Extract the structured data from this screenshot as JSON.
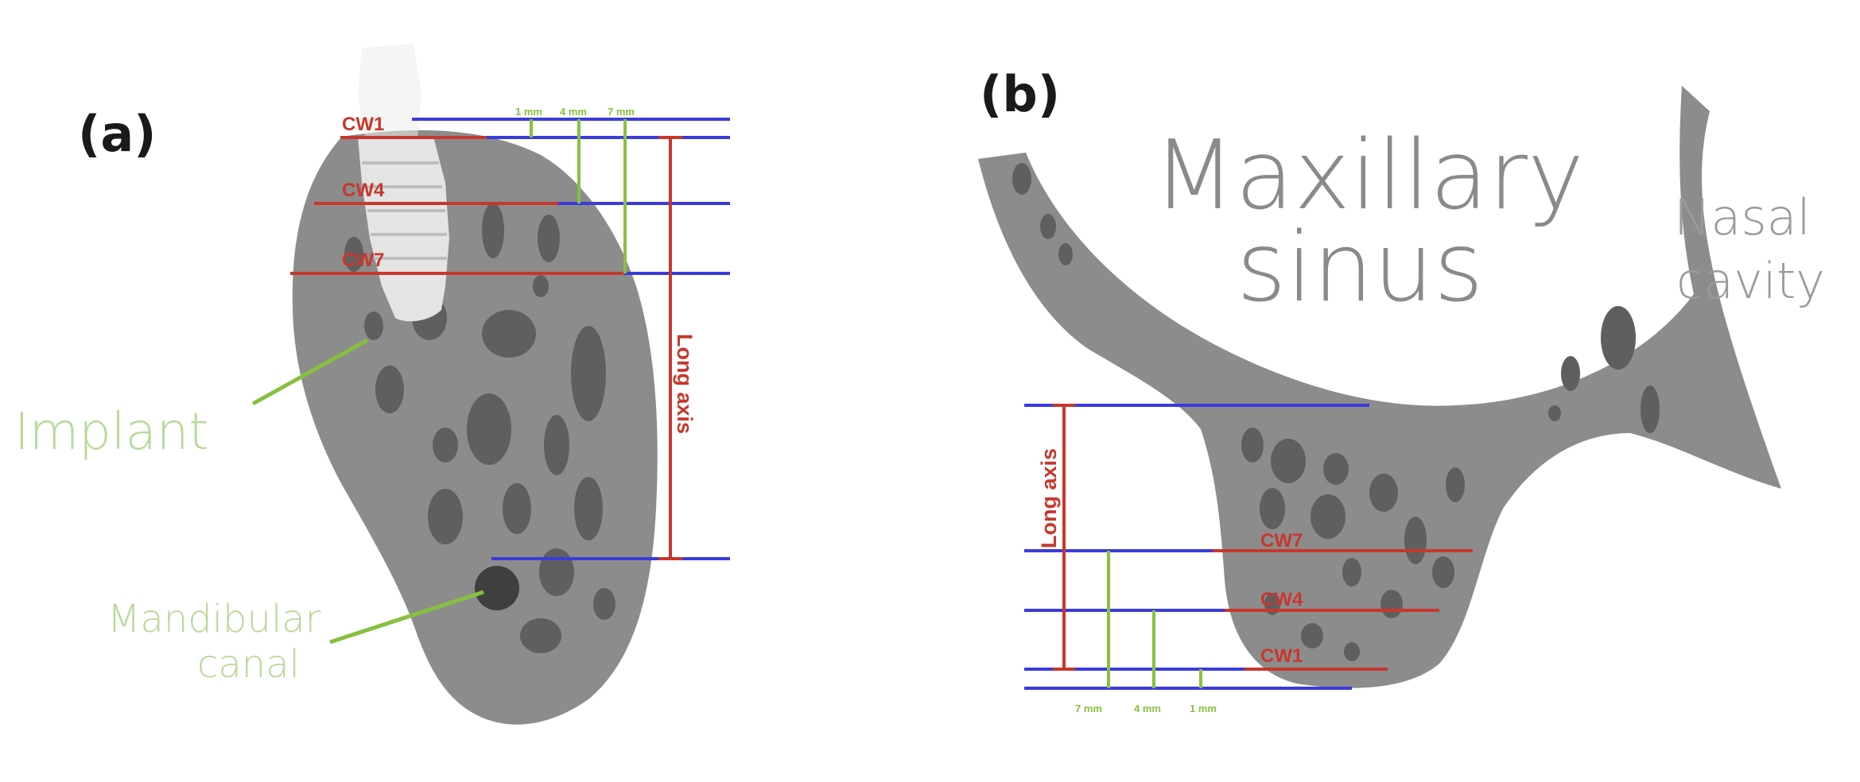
{
  "colors": {
    "bone": "#8c8c8c",
    "trabecula": "#5f5f5f",
    "implant": "#e4e4e4",
    "blue_line": "#3b3bdc",
    "red_line": "#c8372d",
    "green_line": "#86c13f",
    "green_text": "#b7d99a",
    "gray_text": "#8a8a8a"
  },
  "panel_a": {
    "label": "(a)",
    "implant_label": "Implant",
    "canal_label_line1": "Mandibular",
    "canal_label_line2": "canal",
    "cw1": "CW1",
    "cw4": "CW4",
    "cw7": "CW7",
    "mm1": "1 mm",
    "mm4": "4 mm",
    "mm7": "7 mm",
    "long_axis": "Long axis"
  },
  "panel_b": {
    "label": "(b)",
    "sinus_line1": "Maxillary",
    "sinus_line2": "sinus",
    "nasal_line1": "Nasal",
    "nasal_line2": "cavity",
    "cw1": "CW1",
    "cw4": "CW4",
    "cw7": "CW7",
    "mm7": "7 mm",
    "mm4": "4 mm",
    "mm1": "1 mm",
    "long_axis": "Long axis"
  }
}
